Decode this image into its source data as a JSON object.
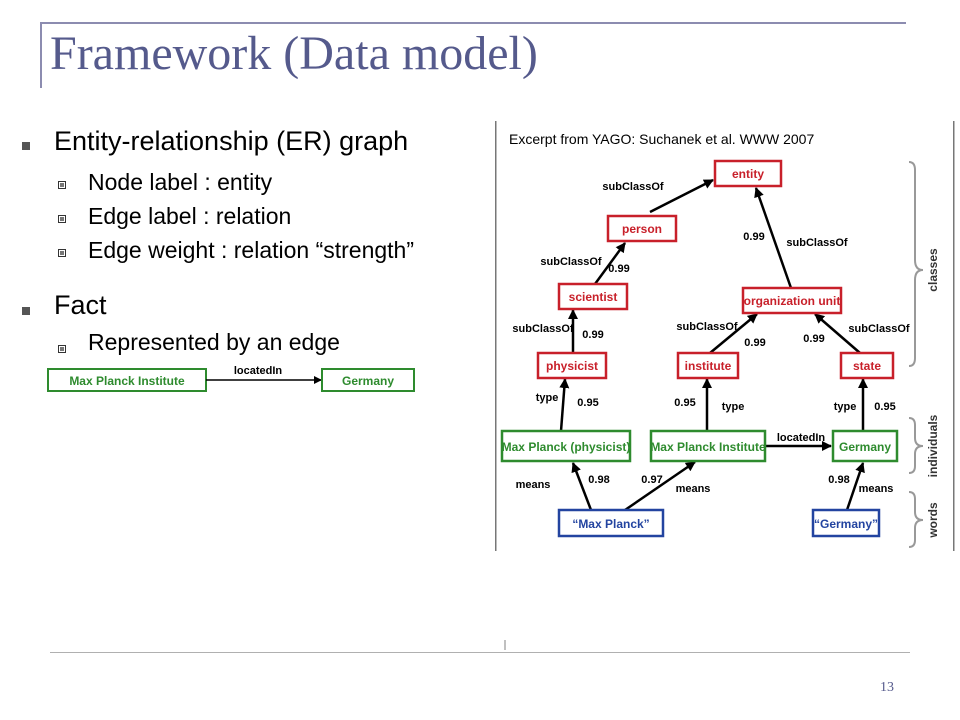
{
  "slide": {
    "title": "Framework (Data model)",
    "page_number": "13",
    "bullets": [
      {
        "text": "Entity-relationship (ER) graph",
        "sub": [
          "Node label : entity",
          "Edge label : relation",
          "Edge weight : relation “strength”"
        ]
      },
      {
        "text": "Fact",
        "sub": [
          "Represented by an edge"
        ]
      }
    ]
  },
  "fact_example": {
    "source": "Max Planck Institute",
    "relation": "locatedIn",
    "target": "Germany"
  },
  "yago_figure": {
    "caption": "Excerpt from YAGO: Suchanek et al. WWW 2007",
    "colors": {
      "class": "#c8202a",
      "individual": "#2e8b2e",
      "word": "#2344a0"
    },
    "nodes": {
      "entity": "entity",
      "person": "person",
      "scientist": "scientist",
      "organization_unit": "organization unit",
      "physicist": "physicist",
      "institute": "institute",
      "state": "state",
      "max_planck_physicist": "Max Planck (physicist)",
      "max_planck_institute": "Max Planck Institute",
      "germany": "Germany",
      "w_max_planck": "“Max Planck”",
      "w_germany": "“Germany”"
    },
    "edges": {
      "person_entity": {
        "label": "subClassOf"
      },
      "scientist_person": {
        "label": "subClassOf",
        "weight": "0.99"
      },
      "physicist_scientist": {
        "label": "subClassOf",
        "weight": "0.99"
      },
      "org_entity": {
        "label": "subClassOf",
        "weight": "0.99"
      },
      "institute_org": {
        "label": "subClassOf",
        "weight": "0.99"
      },
      "state_org": {
        "label": "subClassOf",
        "weight": "0.99"
      },
      "mpp_physicist": {
        "label": "type",
        "weight": "0.95"
      },
      "mpi_institute": {
        "label": "type",
        "weight": "0.95"
      },
      "germany_state": {
        "label": "type",
        "weight": "0.95"
      },
      "mpi_germany": {
        "label": "locatedIn"
      },
      "wmp_mpp": {
        "label": "means",
        "weight": "0.98"
      },
      "wmp_mpi": {
        "label": "means",
        "weight": "0.97"
      },
      "wg_germany": {
        "label": "means",
        "weight": "0.98"
      }
    },
    "side_labels": {
      "classes": "classes",
      "individuals": "individuals",
      "words": "words"
    }
  }
}
